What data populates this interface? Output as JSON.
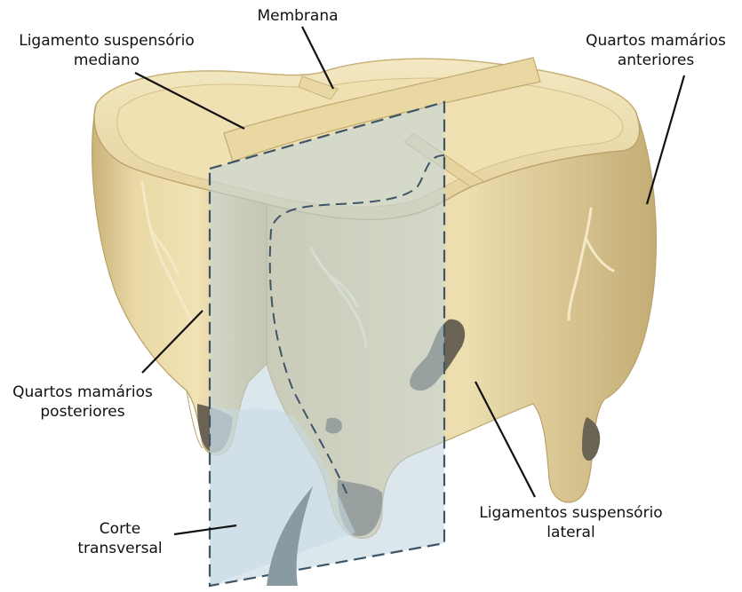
{
  "labels": {
    "membrana": "Membrana",
    "ligamento_mediano_l1": "Ligamento suspensório",
    "ligamento_mediano_l2": "mediano",
    "quartos_anteriores_l1": "Quartos mamários",
    "quartos_anteriores_l2": "anteriores",
    "quartos_posteriores_l1": "Quartos mamários",
    "quartos_posteriores_l2": "posteriores",
    "corte_l1": "Corte",
    "corte_l2": "transversal",
    "ligamentos_lateral_l1": "Ligamentos suspensório",
    "ligamentos_lateral_l2": "lateral"
  },
  "colors": {
    "udder_skin": "#ead9a6",
    "udder_shadow": "#c9b27a",
    "udder_dark": "#b79e63",
    "teat_tip": "#6b6455",
    "section_plane": "#bfd3df",
    "section_dash": "#3d5566",
    "leader_line": "#111111"
  }
}
